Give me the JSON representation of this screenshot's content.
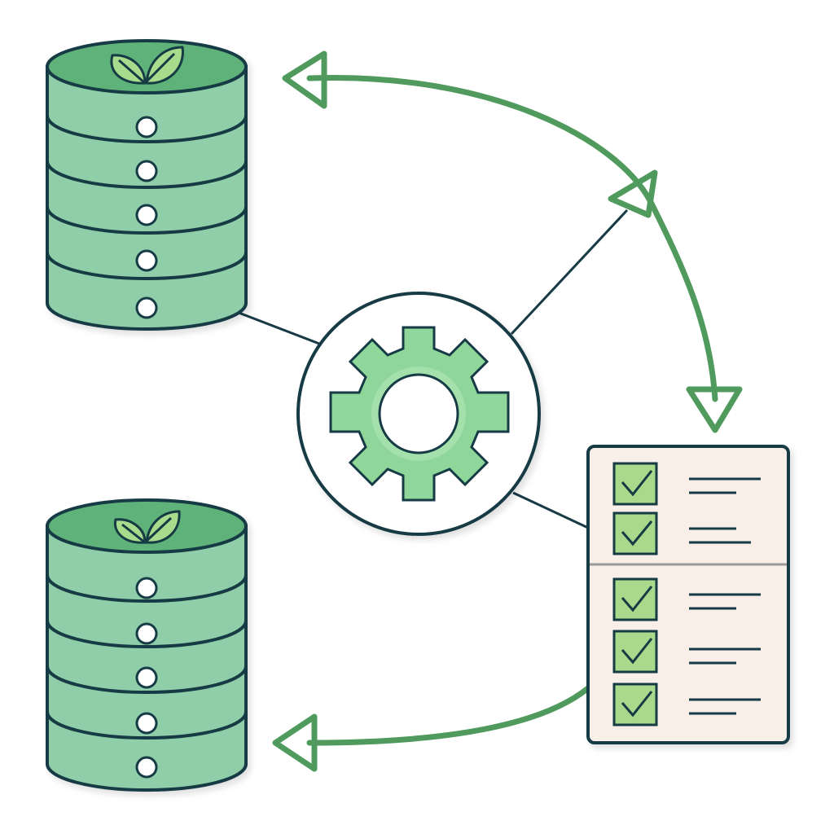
{
  "diagram": {
    "databases": [
      {
        "id": "db-top",
        "icon": "leaf-icon",
        "shelves": 5
      },
      {
        "id": "db-bottom",
        "icon": "leaf-icon",
        "shelves": 5
      }
    ],
    "hub": {
      "icon": "gear-icon"
    },
    "checklist": {
      "icon": "checklist-icon",
      "sections": [
        {
          "items": 2
        },
        {
          "items": 3
        }
      ],
      "items_checked": [
        true,
        true,
        true,
        true,
        true
      ]
    },
    "arrows": [
      {
        "from": "checklist",
        "to": "db-bottom",
        "style": "curved-green"
      },
      {
        "from": "checklist",
        "to": "db-top",
        "style": "curved-green-bidirectional"
      }
    ],
    "colors": {
      "outline": "#173a45",
      "db_top": "#5fb37a",
      "db_body": "#8fcea8",
      "db_band": "#7ac496",
      "arrow": "#4f9a5c",
      "gear": "#8ed69a",
      "checklist_bg": "#f7efe8",
      "check_box": "#a9d98a",
      "leaf": "#a6dc8c"
    }
  }
}
